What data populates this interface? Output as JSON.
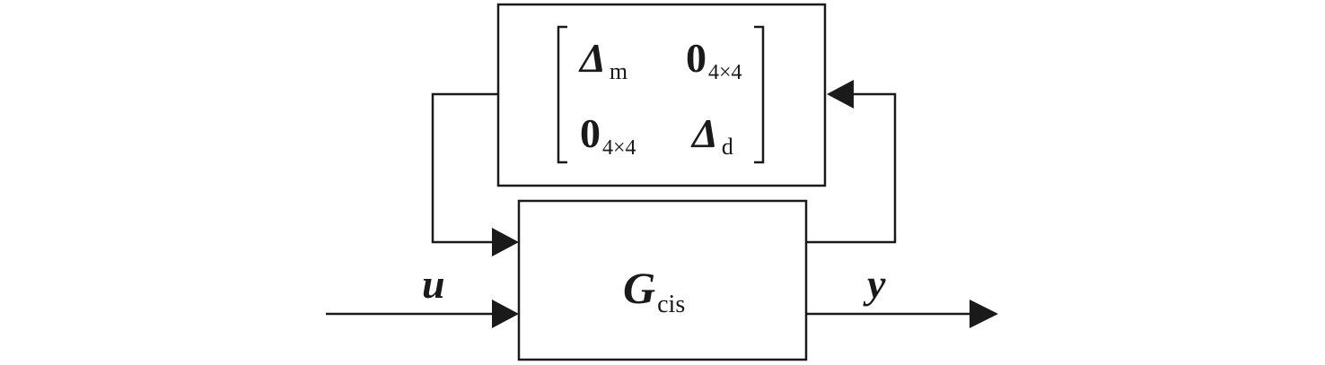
{
  "diagram": {
    "uncertainty_block": {
      "matrix": {
        "r1c1_symbol": "Δ",
        "r1c1_sub": "m",
        "r1c2_symbol": "0",
        "r1c2_sub": "4×4",
        "r2c1_symbol": "0",
        "r2c1_sub": "4×4",
        "r2c2_symbol": "Δ",
        "r2c2_sub": "d"
      }
    },
    "plant_block": {
      "symbol": "G",
      "sub": "cis"
    },
    "input_label": "u",
    "output_label": "y"
  }
}
